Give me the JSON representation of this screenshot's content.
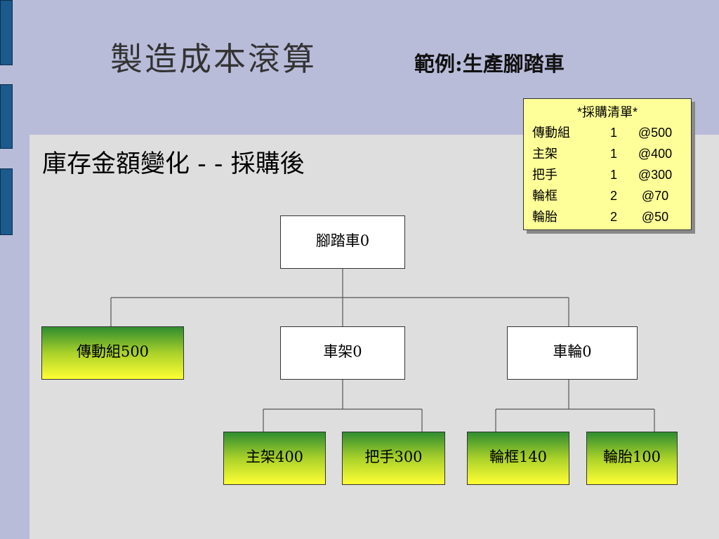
{
  "slide": {
    "title": "製造成本滾算",
    "subtitle": "範例:生產腳踏車",
    "heading": "庫存金額變化 - - 採購後"
  },
  "purchase_list": {
    "title": "*採購清單*",
    "rows": [
      {
        "item": "傳動組",
        "qty": "1",
        "price": "@500"
      },
      {
        "item": "主架",
        "qty": "1",
        "price": "@400"
      },
      {
        "item": "把手",
        "qty": "1",
        "price": "@300"
      },
      {
        "item": "輪框",
        "qty": "2",
        "price": "@70"
      },
      {
        "item": "輪胎",
        "qty": "2",
        "price": "@50"
      }
    ]
  },
  "tree": {
    "root": "腳踏車0",
    "drive": "傳動組500",
    "frame": "車架0",
    "wheel": "車輪0",
    "main_frame": "主架400",
    "handlebar": "把手300",
    "rim": "輪框140",
    "tire": "輪胎100"
  },
  "colors": {
    "background": "#b8bcd9",
    "panel": "#dedede",
    "side_bar": "#1a5a8c",
    "note": "#ffff99",
    "green_top": "#2f8d2f",
    "green_bottom": "#ffff33"
  }
}
